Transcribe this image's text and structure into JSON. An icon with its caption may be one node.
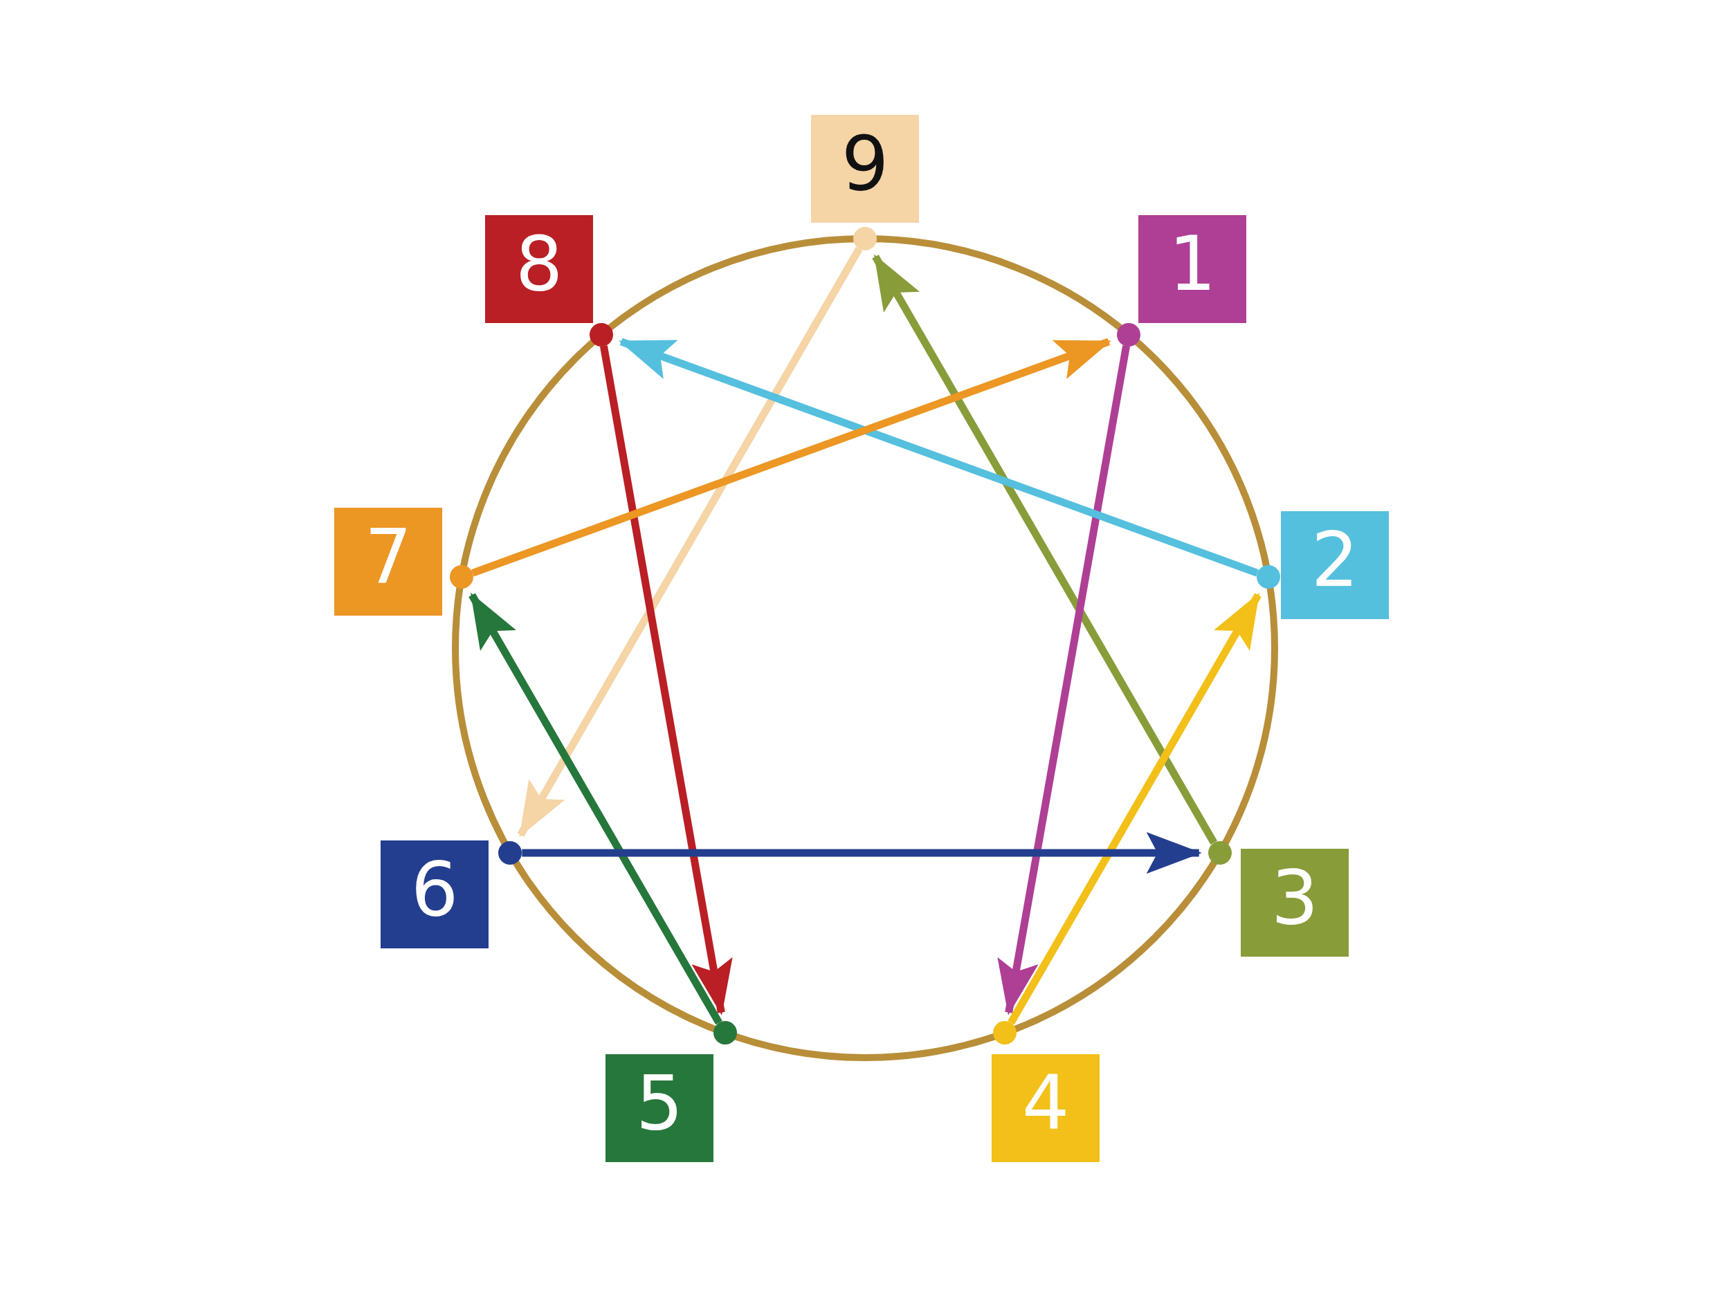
{
  "diagram": {
    "nodes": [
      {
        "text": [
          "9"
        ]
      },
      {
        "text": [
          "8"
        ]
      },
      {
        "text": [
          "1"
        ]
      },
      {
        "text": [
          "7"
        ]
      },
      {
        "text": [
          "2"
        ]
      },
      {
        "text": [
          "6"
        ]
      },
      {
        "text": [
          "3"
        ]
      },
      {
        "text": [
          "5"
        ]
      },
      {
        "text": [
          "4"
        ]
      },
      {
        "text": [],
        "shape": "circle"
      },
      {
        "text": [],
        "shape": "circle"
      },
      {
        "text": [],
        "shape": "circle"
      },
      {
        "text": [],
        "shape": "circle"
      },
      {
        "text": [],
        "shape": "circle"
      },
      {
        "text": [],
        "shape": "circle"
      },
      {
        "text": [],
        "shape": "circle"
      },
      {
        "text": [],
        "shape": "circle"
      },
      {
        "text": [],
        "shape": "circle"
      }
    ],
    "edges": [
      {
        "from": 9,
        "to": 14,
        "arrow": "to",
        "color": "#f5d4a6"
      },
      {
        "from": 15,
        "to": 9,
        "arrow": "to",
        "color": "#889c3a"
      },
      {
        "from": 11,
        "to": 17,
        "arrow": "to",
        "color": "#ae3f95"
      },
      {
        "from": 17,
        "to": 13,
        "arrow": "to",
        "color": "#f2c018"
      },
      {
        "from": 13,
        "to": 10,
        "arrow": "to",
        "color": "#55bfde"
      },
      {
        "from": 10,
        "to": 16,
        "arrow": "to",
        "color": "#b91f24"
      },
      {
        "from": 16,
        "to": 12,
        "arrow": "to",
        "color": "#26773b"
      },
      {
        "from": 12,
        "to": 11,
        "arrow": "to",
        "color": "#ec9624"
      },
      {
        "from": 14,
        "to": 15,
        "arrow": "to",
        "color": "#233e8e"
      }
    ]
  }
}
